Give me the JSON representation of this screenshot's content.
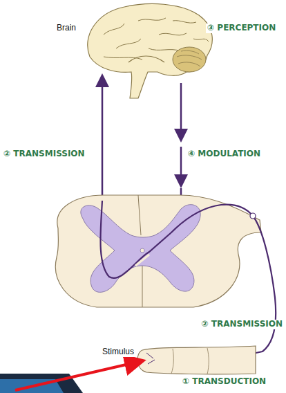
{
  "diagram": {
    "labels": [
      "Brain",
      "③ PERCEPTION",
      "② TRANSMISSION",
      "④ MODULATION",
      "② TRANSMISSION",
      "Stimulus",
      "① TRANSDUCTION"
    ]
  }
}
